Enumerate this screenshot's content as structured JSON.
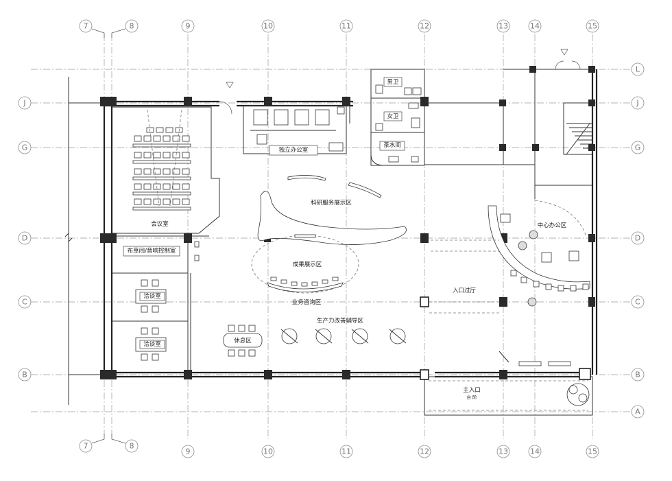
{
  "grid": {
    "columns": [
      "7",
      "8",
      "9",
      "10",
      "11",
      "12",
      "13",
      "14",
      "15"
    ],
    "rows": [
      "L",
      "J",
      "G",
      "D",
      "C",
      "B",
      "A"
    ]
  },
  "rooms": {
    "meeting_room": "会议室",
    "office_private": "独立办公室",
    "men_wc": "男卫",
    "women_wc": "女卫",
    "tea_room": "茶水间",
    "sci_exhibit": "科研服务展示区",
    "central_office": "中心办公区",
    "control_room": "布草间/音响控制室",
    "results_exhibit": "成果展示区",
    "negotiation_1": "洽谈室",
    "negotiation_2": "洽谈室",
    "consult": "业务咨询区",
    "entrance_hall": "入口过厅",
    "productivity": "生产力改善辅导区",
    "rest_area": "休息区",
    "main_entrance": "主入口",
    "entrance_sub": "台 阶"
  }
}
